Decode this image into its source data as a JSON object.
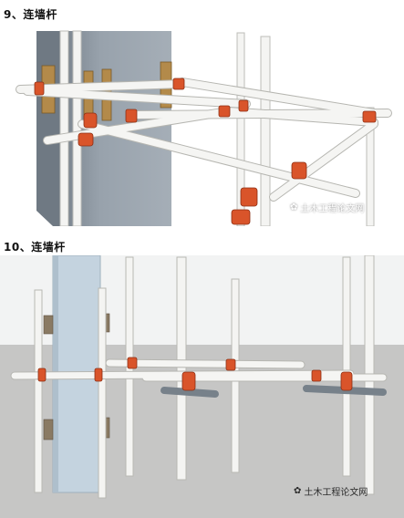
{
  "figures": [
    {
      "caption": "9、连墙杆",
      "watermark": "土木工程论文网",
      "watermark_icon": "wechat-icon"
    },
    {
      "caption": "10、连墙杆",
      "watermark": "土木工程论文网",
      "watermark_icon": "wechat-icon"
    }
  ],
  "colors": {
    "pipe": "#f2f2f0",
    "pipe_edge": "#b9b9b5",
    "clamp": "#d9542a",
    "column": "#8e99a4",
    "column_face": "#c2d1de",
    "timber": "#b38a4a",
    "ground": "#c9c9c8",
    "background": "#e9eaea"
  }
}
